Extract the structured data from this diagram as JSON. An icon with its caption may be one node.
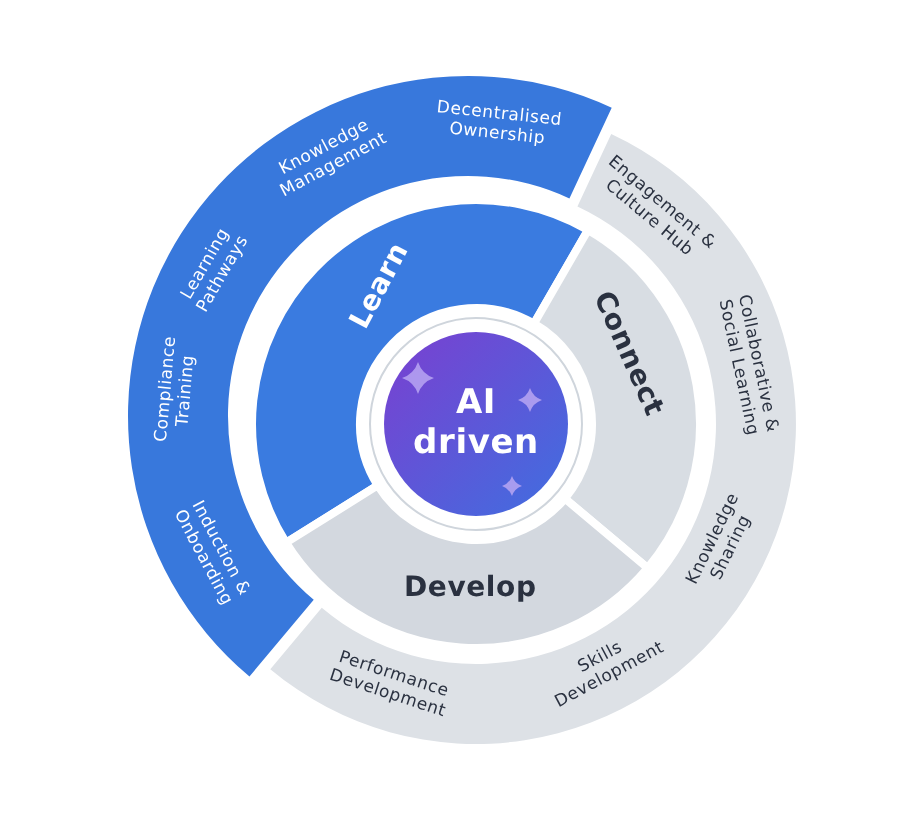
{
  "diagram": {
    "nodes": [
      {
        "text": [],
        "shape": "band"
      },
      {
        "text": [
          "Decentralised Ownership"
        ],
        "in": 0
      },
      {
        "text": [
          "Knowledge Management"
        ],
        "in": 0
      },
      {
        "text": [
          "Learning Pathways"
        ],
        "in": 0
      },
      {
        "text": [
          "Compliance Training"
        ],
        "in": 0
      },
      {
        "text": [
          "Induction & Onboarding"
        ],
        "in": 0
      },
      {
        "text": [],
        "shape": "band"
      },
      {
        "text": [
          "Engagement & Culture Hub"
        ],
        "in": 6
      },
      {
        "text": [
          "Collaborative & Social Learning"
        ],
        "in": 6
      },
      {
        "text": [
          "Knowledge Sharing"
        ],
        "in": 6
      },
      {
        "text": [
          "Skills Development"
        ],
        "in": 6
      },
      {
        "text": [
          "Performance Development"
        ],
        "in": 6
      },
      {
        "text": [
          "Learn"
        ]
      },
      {
        "text": [
          "Connect"
        ]
      },
      {
        "text": [
          "Develop"
        ]
      },
      {
        "text": [
          "AI driven"
        ]
      }
    ],
    "edges": []
  }
}
